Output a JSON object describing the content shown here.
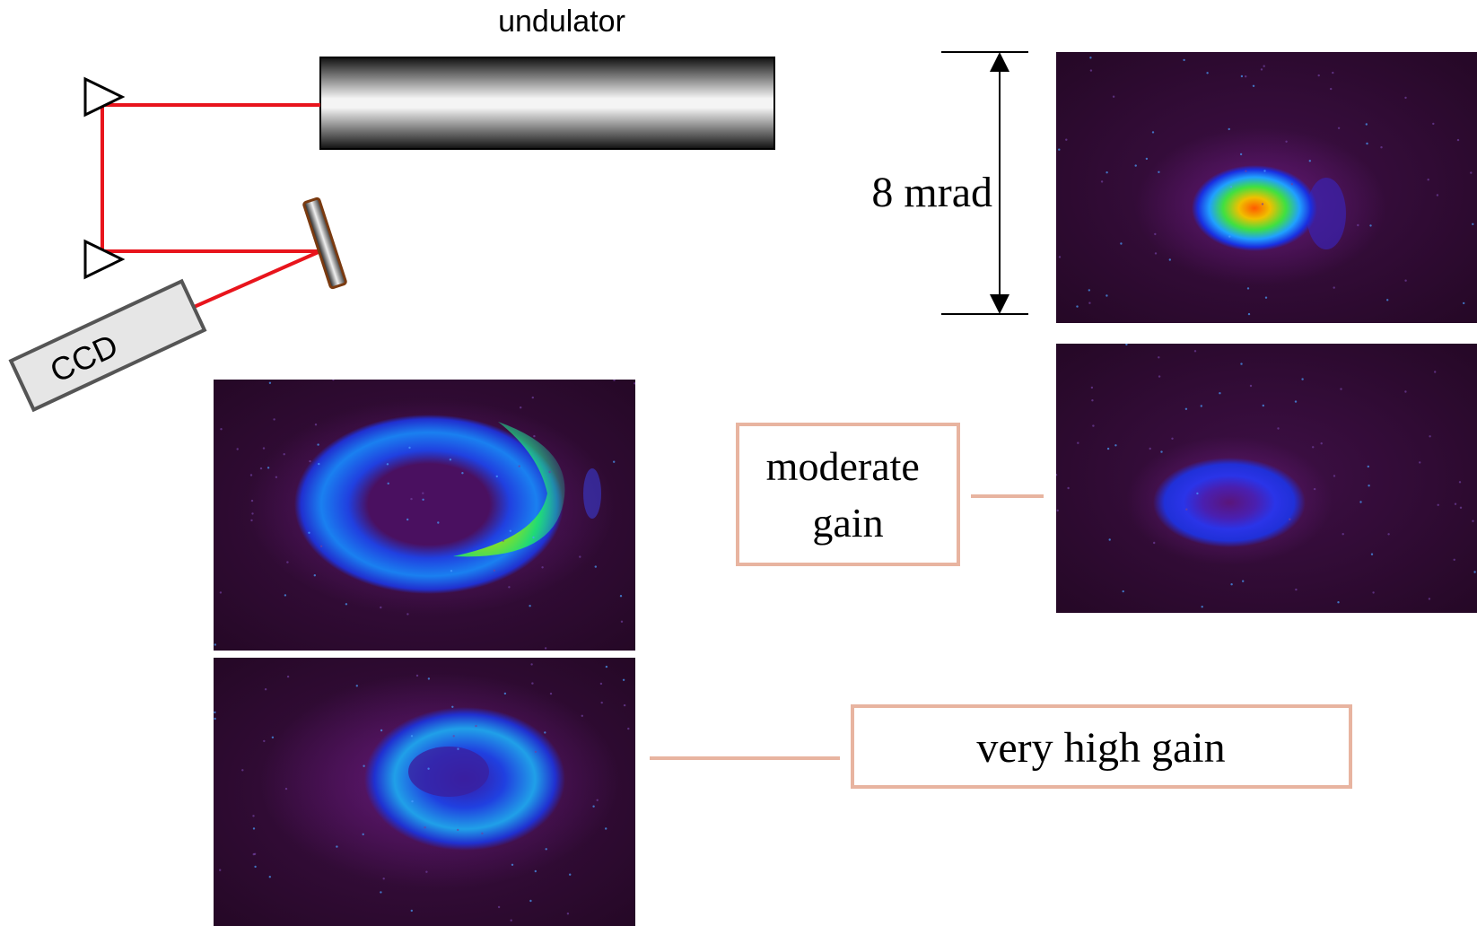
{
  "labels": {
    "undulator": "undulator",
    "ccd": "CCD",
    "scale": "8 mrad",
    "moderate": [
      "moderate",
      "gain"
    ],
    "very_high": "very high gain"
  },
  "colors": {
    "beam": "#e8141c",
    "callout": "#e8b4a0",
    "panel_bg": "#2a0a2a",
    "mirror_rim": "#7a3a10"
  },
  "panels": [
    {
      "name": "panel-top-right",
      "pattern": "spot"
    },
    {
      "name": "panel-middle-right",
      "pattern": "weak-ring"
    },
    {
      "name": "panel-bottom-left-upper",
      "pattern": "crescent-ring"
    },
    {
      "name": "panel-bottom-left-lower",
      "pattern": "faint-ring"
    }
  ]
}
